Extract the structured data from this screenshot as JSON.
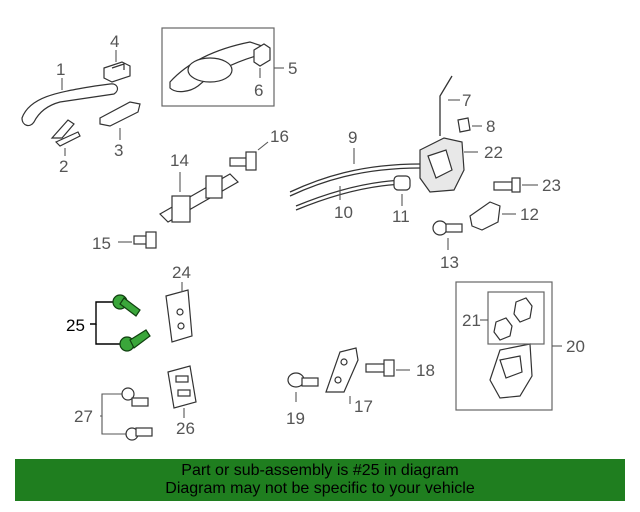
{
  "diagram": {
    "labels": {
      "p1": "1",
      "p2": "2",
      "p3": "3",
      "p4": "4",
      "p5": "5",
      "p6": "6",
      "p7": "7",
      "p8": "8",
      "p9": "9",
      "p10": "10",
      "p11": "11",
      "p12": "12",
      "p13": "13",
      "p14": "14",
      "p15": "15",
      "p16": "16",
      "p17": "17",
      "p18": "18",
      "p19": "19",
      "p20": "20",
      "p21": "21",
      "p22": "22",
      "p23": "23",
      "p24": "24",
      "p25": "25",
      "p26": "26",
      "p27": "27"
    },
    "highlight_color": "#3aa63a",
    "highlighted_part": "25"
  },
  "banner": {
    "line1": "Part or sub-assembly is #25 in diagram",
    "line2": "Diagram may not be specific to your vehicle",
    "background": "#1f7e1f"
  }
}
